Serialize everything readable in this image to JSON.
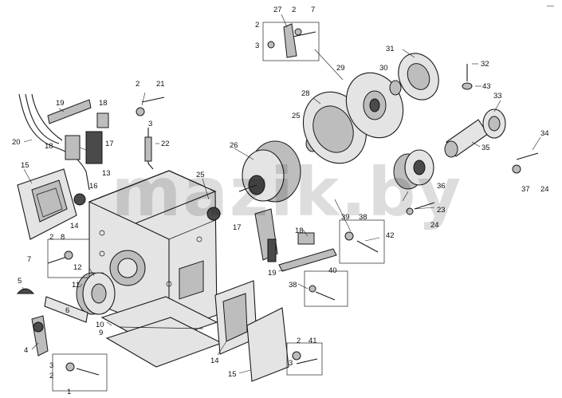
{
  "watermark": "mazik.by",
  "corner_mark": "—",
  "callouts": [
    {
      "id": "c1",
      "text": "27"
    },
    {
      "id": "c2",
      "text": "2"
    },
    {
      "id": "c3",
      "text": "7"
    },
    {
      "id": "c4",
      "text": "2"
    },
    {
      "id": "c5",
      "text": "3"
    },
    {
      "id": "c6",
      "text": "31"
    },
    {
      "id": "c7",
      "text": "29"
    },
    {
      "id": "c8",
      "text": "30"
    },
    {
      "id": "c9",
      "text": "32"
    },
    {
      "id": "c10",
      "text": "43"
    },
    {
      "id": "c11",
      "text": "33"
    },
    {
      "id": "c12",
      "text": "28"
    },
    {
      "id": "c13",
      "text": "2"
    },
    {
      "id": "c14",
      "text": "21"
    },
    {
      "id": "c15",
      "text": "19"
    },
    {
      "id": "c16",
      "text": "18"
    },
    {
      "id": "c17",
      "text": "25"
    },
    {
      "id": "c18",
      "text": "3"
    },
    {
      "id": "c19",
      "text": "20"
    },
    {
      "id": "c20",
      "text": "18"
    },
    {
      "id": "c21",
      "text": "17"
    },
    {
      "id": "c22",
      "text": "22"
    },
    {
      "id": "c23",
      "text": "34"
    },
    {
      "id": "c24",
      "text": "35"
    },
    {
      "id": "c25",
      "text": "26"
    },
    {
      "id": "c26",
      "text": "15"
    },
    {
      "id": "c27",
      "text": "13"
    },
    {
      "id": "c28",
      "text": "25"
    },
    {
      "id": "c29",
      "text": "16"
    },
    {
      "id": "c30",
      "text": "37"
    },
    {
      "id": "c31",
      "text": "24"
    },
    {
      "id": "c32",
      "text": "36"
    },
    {
      "id": "c33",
      "text": "23"
    },
    {
      "id": "c34",
      "text": "14"
    },
    {
      "id": "c35",
      "text": "39"
    },
    {
      "id": "c36",
      "text": "38"
    },
    {
      "id": "c37",
      "text": "24"
    },
    {
      "id": "c38",
      "text": "17"
    },
    {
      "id": "c39",
      "text": "18"
    },
    {
      "id": "c40",
      "text": "42"
    },
    {
      "id": "c41",
      "text": "2"
    },
    {
      "id": "c42",
      "text": "8"
    },
    {
      "id": "c43",
      "text": "7"
    },
    {
      "id": "c44",
      "text": "5"
    },
    {
      "id": "c45",
      "text": "12"
    },
    {
      "id": "c46",
      "text": "11"
    },
    {
      "id": "c47",
      "text": "19"
    },
    {
      "id": "c48",
      "text": "40"
    },
    {
      "id": "c49",
      "text": "38"
    },
    {
      "id": "c50",
      "text": "6"
    },
    {
      "id": "c51",
      "text": "10"
    },
    {
      "id": "c52",
      "text": "9"
    },
    {
      "id": "c53",
      "text": "4"
    },
    {
      "id": "c54",
      "text": "3"
    },
    {
      "id": "c55",
      "text": "2"
    },
    {
      "id": "c56",
      "text": "1"
    },
    {
      "id": "c57",
      "text": "14"
    },
    {
      "id": "c58",
      "text": "2"
    },
    {
      "id": "c59",
      "text": "41"
    },
    {
      "id": "c60",
      "text": "15"
    },
    {
      "id": "c61",
      "text": "3"
    }
  ]
}
